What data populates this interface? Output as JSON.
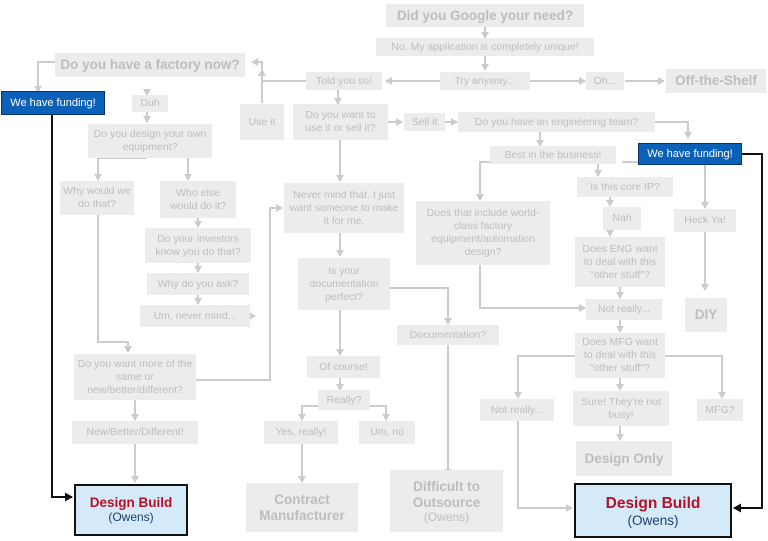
{
  "nodes": {
    "google": "Did you Google your need?",
    "unique": "No. My application is completely unique!",
    "told": "Told you so!",
    "tryany": "Try anyway...",
    "oh": "Oh...",
    "ots": "Off-the-Shelf",
    "factory": "Do you have a factory now?",
    "useit": "Use it",
    "duh": "Duh",
    "design_own": "Do you design your own equipment?",
    "why_would": "Why would we do that?",
    "who_else": "Who else would do it?",
    "investors": "Do your investors know you do that?",
    "why_ask": "Why do you ask?",
    "um_never": "Um, never mind...",
    "more_same": "Do you want more of the same or new/better/different?",
    "nbd": "New/Better/Different!",
    "use_or_sell": "Do you want to use it or sell it?",
    "sellit": "Sell it",
    "eng_team": "Do you have an engineering team?",
    "best": "Best in the business!",
    "never_mind": "Never mind that. I just want someone to make it for me.",
    "world_class": "Does that include world-class factory equipment/automation design?",
    "core_ip": "Is this core IP?",
    "nah": "Nah",
    "heck_ya": "Heck Ya!",
    "eng_other": "Does ENG want to deal with this \"other stuff\"?",
    "not_really1": "Not really...",
    "diy": "DIY",
    "doc_perfect": "Is your documentation perfect?",
    "documentation": "Documentation?",
    "mfg_other": "Does MFG want to deal with this \"other stuff\"?",
    "of_course": "Of course!",
    "really": "Really?",
    "yes_really": "Yes, really!",
    "um_no": "Um, no",
    "not_really2": "Not really...",
    "sure": "Sure! They're not busy!",
    "mfg": "MFG?",
    "design_only": "Design Only",
    "contract": "Contract Manufacturer",
    "difficult": "Difficult to Outsource",
    "difficult_sub": "(Owens)",
    "fund_left": "We have funding!",
    "fund_right": "We have funding!",
    "db_left_title": "Design Build",
    "db_left_sub": "(Owens)",
    "db_right_title": "Design Build",
    "db_right_sub": "(Owens)"
  },
  "colors": {
    "line": "#cccccc",
    "box": "#ececec",
    "text": "#bdbdbd",
    "blue": "#0a61b7",
    "final_bg": "#d5eaf8",
    "final_title": "#b3112a"
  }
}
